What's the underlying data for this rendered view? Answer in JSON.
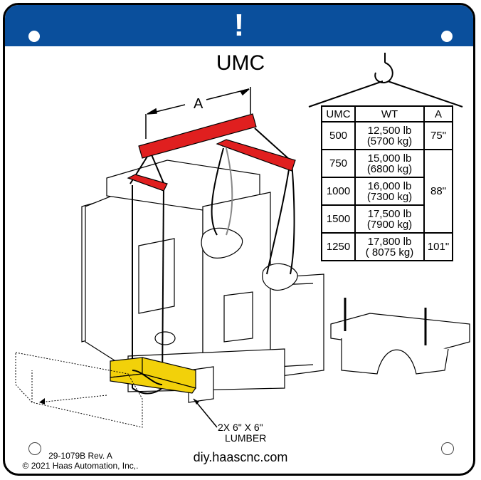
{
  "banner": {
    "symbol": "!",
    "color": "#0a4f9c"
  },
  "title": "UMC",
  "dimension_label": "A",
  "weight_table": {
    "headers": [
      "UMC",
      "WT",
      "A"
    ],
    "rows": [
      {
        "umc": "500",
        "wt_lb": "12,500 lb",
        "wt_kg": "(5700 kg)",
        "a": "75\""
      },
      {
        "umc": "750",
        "wt_lb": "15,000 lb",
        "wt_kg": "(6800 kg)",
        "a": ""
      },
      {
        "umc": "1000",
        "wt_lb": "16,000 lb",
        "wt_kg": "(7300 kg)",
        "a": "88\""
      },
      {
        "umc": "1500",
        "wt_lb": "17,500 lb",
        "wt_kg": "(7900 kg)",
        "a": ""
      },
      {
        "umc": "1250",
        "wt_lb": "17,800 lb",
        "wt_kg": "( 8075 kg)",
        "a": "101\""
      }
    ]
  },
  "lumber_note": {
    "line1": "2X 6\" X 6\"",
    "line2": "LUMBER"
  },
  "footer": {
    "part_number": "29-1079B Rev. A",
    "copyright": "© 2021 Haas Automation, Inc,.",
    "url": "diy.haascnc.com"
  },
  "colors": {
    "lift_beam": "#e01f1f",
    "lumber": "#f2d10a",
    "banner": "#0a4f9c"
  }
}
